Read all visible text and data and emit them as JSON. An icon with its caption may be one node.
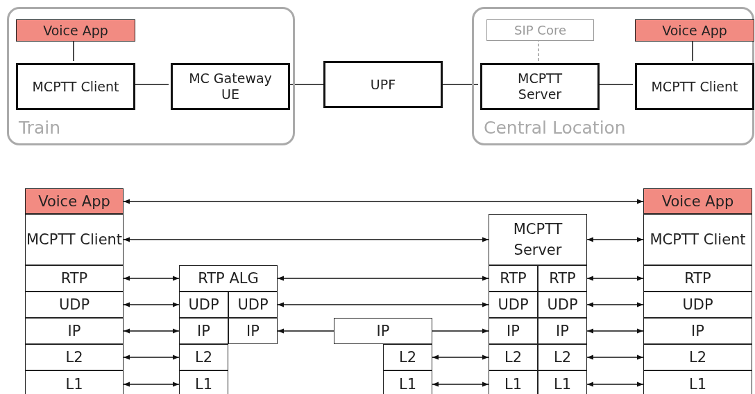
{
  "diagram": {
    "nodes": [
      {
        "text": [
          "Train"
        ]
      },
      {
        "text": [
          "Voice App"
        ],
        "in": 0
      },
      {
        "text": [
          "MCPTT Client"
        ],
        "in": 0
      },
      {
        "text": [
          "MC Gateway UE"
        ],
        "in": 0
      },
      {
        "text": [
          "UPF"
        ]
      },
      {
        "text": [
          "Central Location"
        ]
      },
      {
        "text": [
          "SIP Core"
        ],
        "in": 5
      },
      {
        "text": [
          "MCPTT Server"
        ],
        "in": 5
      },
      {
        "text": [
          "Voice App"
        ],
        "in": 5
      },
      {
        "text": [
          "MCPTT Client"
        ],
        "in": 5
      },
      {
        "text": [
          "Voice App"
        ]
      },
      {
        "text": [
          "MCPTT Client"
        ]
      },
      {
        "text": [
          "RTP"
        ]
      },
      {
        "text": [
          "UDP"
        ]
      },
      {
        "text": [
          "IP"
        ]
      },
      {
        "text": [
          "L2"
        ]
      },
      {
        "text": [
          "L1"
        ]
      },
      {
        "text": [
          "RTP ALG"
        ]
      },
      {
        "text": [
          "UDP"
        ]
      },
      {
        "text": [
          "UDP"
        ]
      },
      {
        "text": [
          "IP"
        ]
      },
      {
        "text": [
          "IP"
        ]
      },
      {
        "text": [
          "L2"
        ]
      },
      {
        "text": [
          "L1"
        ]
      },
      {
        "text": [
          "IP"
        ]
      },
      {
        "text": [
          "L2"
        ]
      },
      {
        "text": [
          "L1"
        ]
      },
      {
        "text": [
          "MCPTT Server"
        ]
      },
      {
        "text": [
          "RTP"
        ]
      },
      {
        "text": [
          "RTP"
        ]
      },
      {
        "text": [
          "UDP"
        ]
      },
      {
        "text": [
          "UDP"
        ]
      },
      {
        "text": [
          "IP"
        ]
      },
      {
        "text": [
          "IP"
        ]
      },
      {
        "text": [
          "L2"
        ]
      },
      {
        "text": [
          "L2"
        ]
      },
      {
        "text": [
          "L1"
        ]
      },
      {
        "text": [
          "L1"
        ]
      },
      {
        "text": [
          "Voice App"
        ]
      },
      {
        "text": [
          "MCPTT Client"
        ]
      },
      {
        "text": [
          "RTP"
        ]
      },
      {
        "text": [
          "UDP"
        ]
      },
      {
        "text": [
          "IP"
        ]
      },
      {
        "text": [
          "L2"
        ]
      },
      {
        "text": [
          "L1"
        ]
      }
    ],
    "edges": [
      {
        "from": 1,
        "to": 2,
        "arrow": "none"
      },
      {
        "from": 2,
        "to": 3,
        "arrow": "none"
      },
      {
        "from": 3,
        "to": 4,
        "arrow": "none"
      },
      {
        "from": 4,
        "to": 7,
        "arrow": "none"
      },
      {
        "from": 6,
        "to": 7,
        "arrow": "none",
        "style": "dashed",
        "color": "#999999"
      },
      {
        "from": 7,
        "to": 9,
        "arrow": "none"
      },
      {
        "from": 8,
        "to": 9,
        "arrow": "none"
      },
      {
        "from": 10,
        "to": 38,
        "arrow": "both"
      },
      {
        "from": 11,
        "to": 27,
        "arrow": "both"
      },
      {
        "from": 27,
        "to": 39,
        "arrow": "both"
      },
      {
        "from": 12,
        "to": 17,
        "arrow": "both"
      },
      {
        "from": 13,
        "to": 18,
        "arrow": "both"
      },
      {
        "from": 14,
        "to": 20,
        "arrow": "both"
      },
      {
        "from": 15,
        "to": 22,
        "arrow": "both"
      },
      {
        "from": 16,
        "to": 23,
        "arrow": "both"
      },
      {
        "from": 17,
        "to": 28,
        "arrow": "both"
      },
      {
        "from": 19,
        "to": 30,
        "arrow": "both"
      },
      {
        "from": 24,
        "to": 21,
        "arrow": "to"
      },
      {
        "from": 24,
        "to": 32,
        "arrow": "to"
      },
      {
        "from": 25,
        "to": 34,
        "arrow": "both"
      },
      {
        "from": 26,
        "to": 36,
        "arrow": "both"
      },
      {
        "from": 29,
        "to": 40,
        "arrow": "both"
      },
      {
        "from": 31,
        "to": 41,
        "arrow": "both"
      },
      {
        "from": 33,
        "to": 42,
        "arrow": "both"
      },
      {
        "from": 35,
        "to": 43,
        "arrow": "both"
      },
      {
        "from": 37,
        "to": 44,
        "arrow": "both"
      }
    ]
  }
}
